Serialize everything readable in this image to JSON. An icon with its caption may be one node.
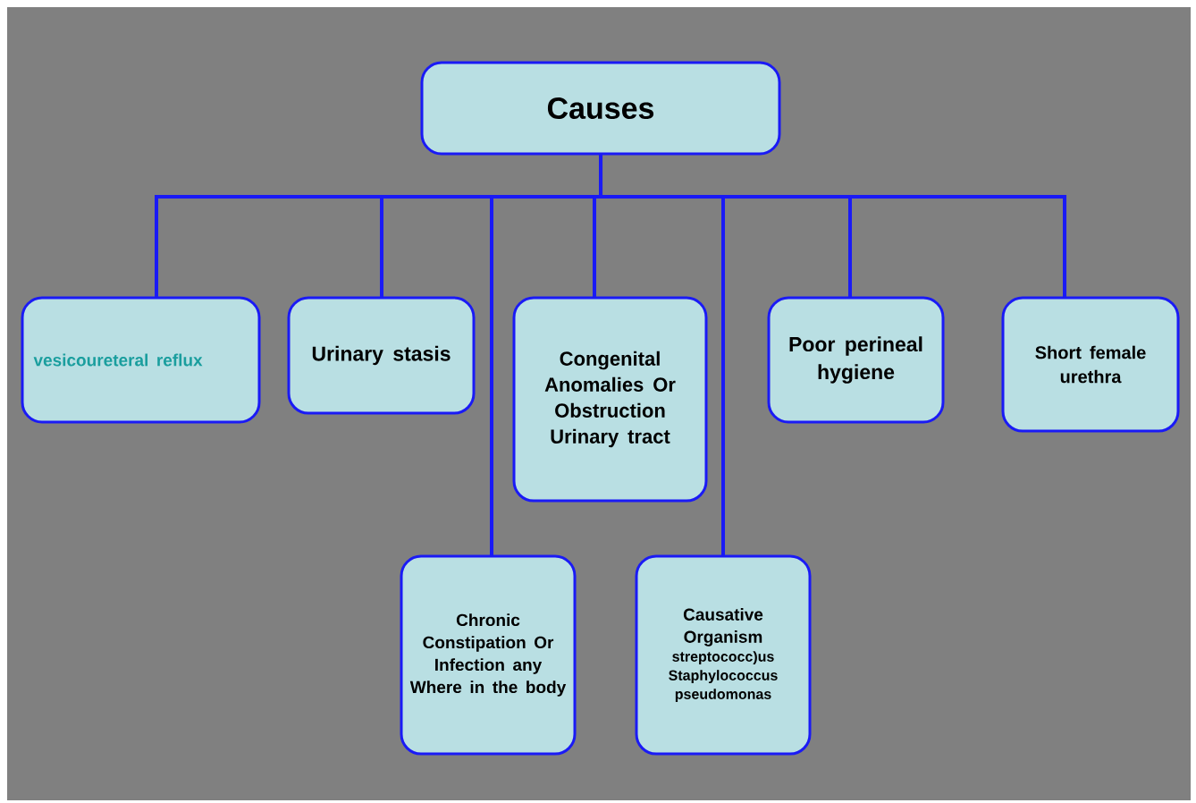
{
  "diagram": {
    "nodes": [
      {
        "text": [
          "Causes"
        ]
      },
      {
        "text": [
          "vesicoureteral reflux"
        ]
      },
      {
        "text": [
          "Urinary stasis"
        ]
      },
      {
        "text": [
          "Congenital Anomalies Or Obstruction Urinary tract"
        ]
      },
      {
        "text": [
          "Poor perineal hygiene"
        ]
      },
      {
        "text": [
          "Short female urethra"
        ]
      },
      {
        "text": [
          "Chronic Constipation Or Infection any Where in the body"
        ]
      },
      {
        "text": [
          "Causative Organism",
          "streptococc)us Staphylococcus pseudomonas"
        ]
      }
    ],
    "edges": [
      {
        "from": 0,
        "to": 1,
        "arrow": "none"
      },
      {
        "from": 0,
        "to": 2,
        "arrow": "none"
      },
      {
        "from": 0,
        "to": 6,
        "arrow": "none"
      },
      {
        "from": 0,
        "to": 3,
        "arrow": "none"
      },
      {
        "from": 0,
        "to": 7,
        "arrow": "none"
      },
      {
        "from": 0,
        "to": 4,
        "arrow": "none"
      },
      {
        "from": 0,
        "to": 5,
        "arrow": "none"
      }
    ]
  }
}
